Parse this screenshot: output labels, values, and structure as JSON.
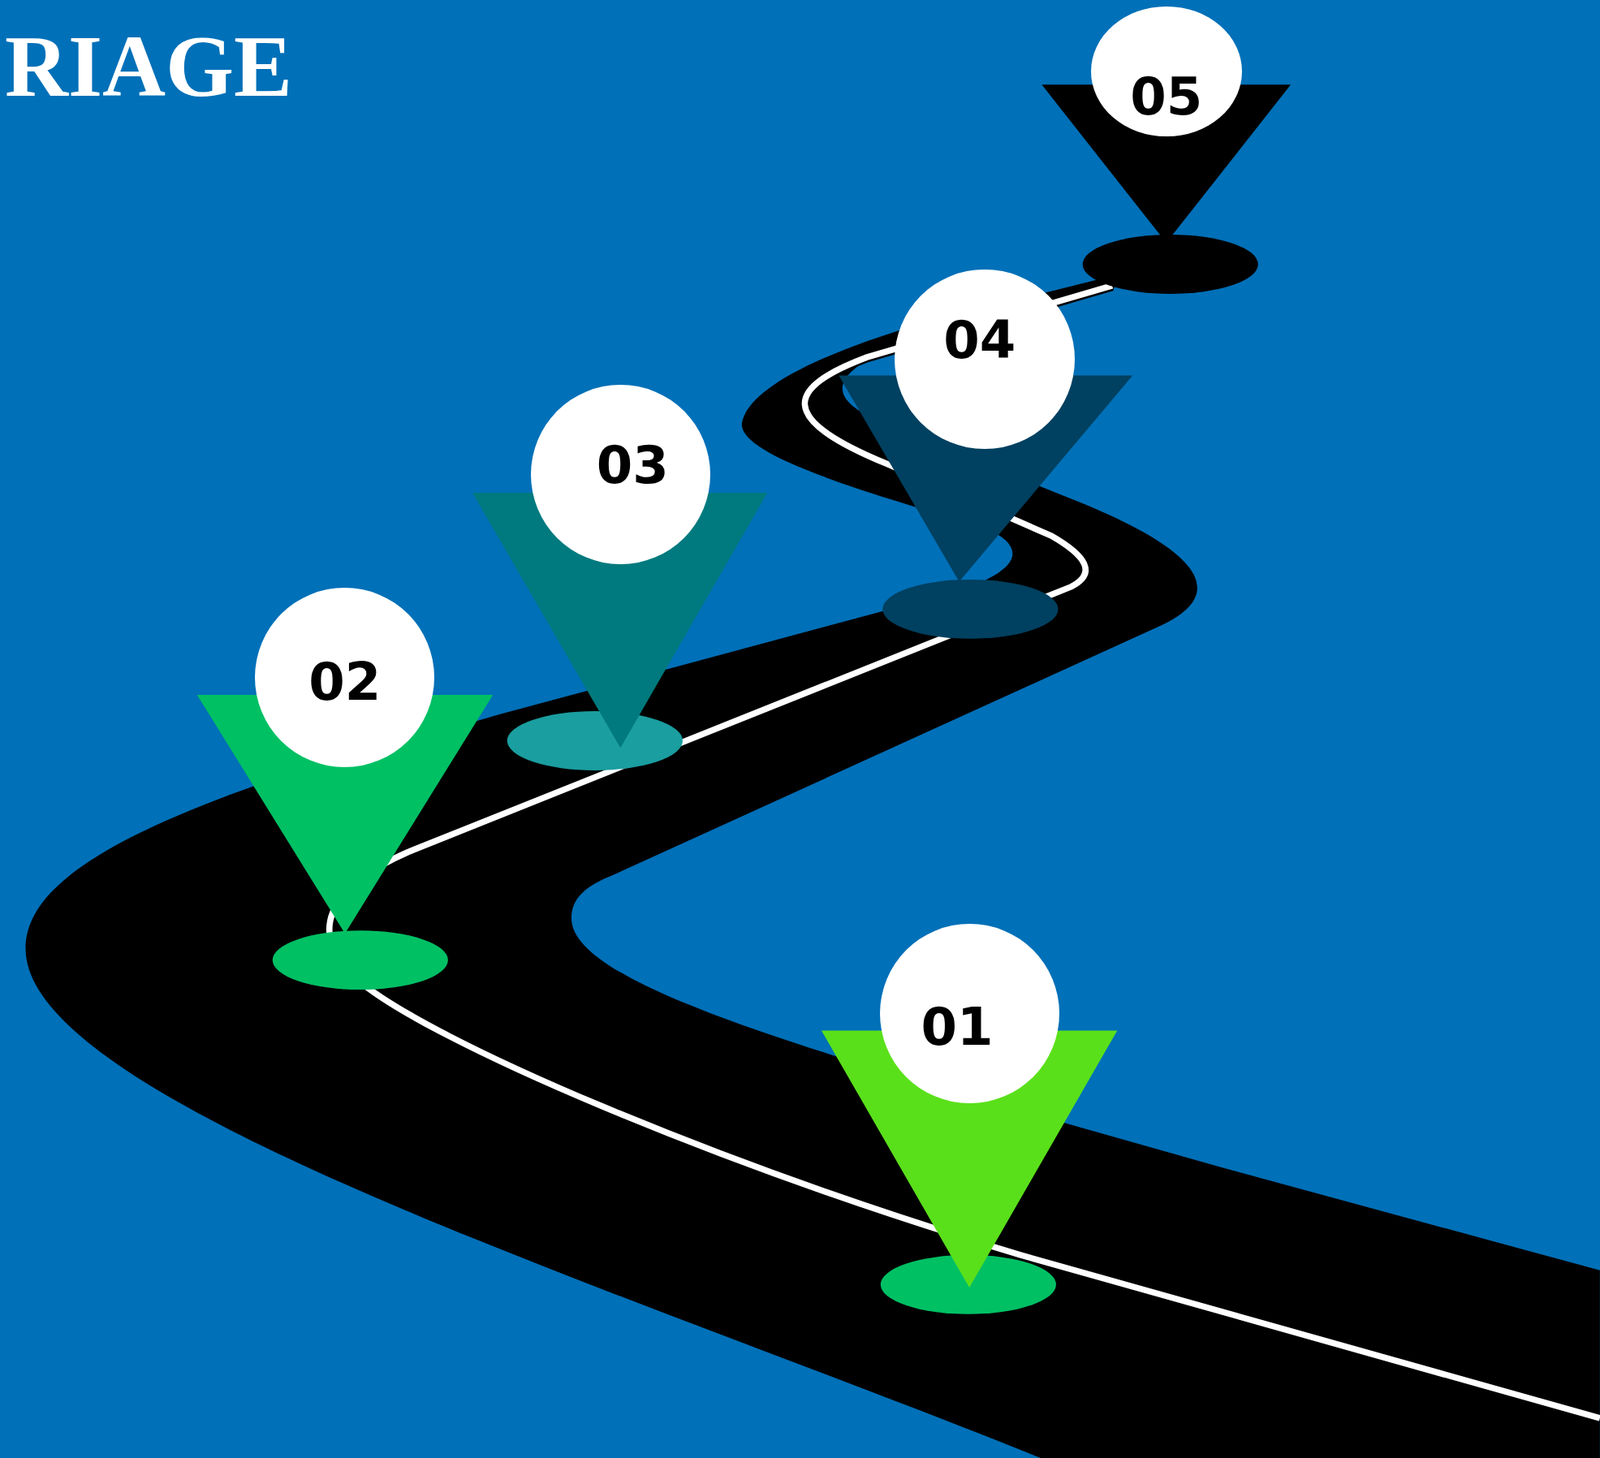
{
  "diagram": {
    "title": "RIAGE",
    "nodes": [
      {
        "text": [
          "01"
        ]
      },
      {
        "text": [
          "02"
        ]
      },
      {
        "text": [
          "03"
        ]
      },
      {
        "text": [
          "04"
        ]
      },
      {
        "text": [
          "05"
        ]
      }
    ]
  }
}
